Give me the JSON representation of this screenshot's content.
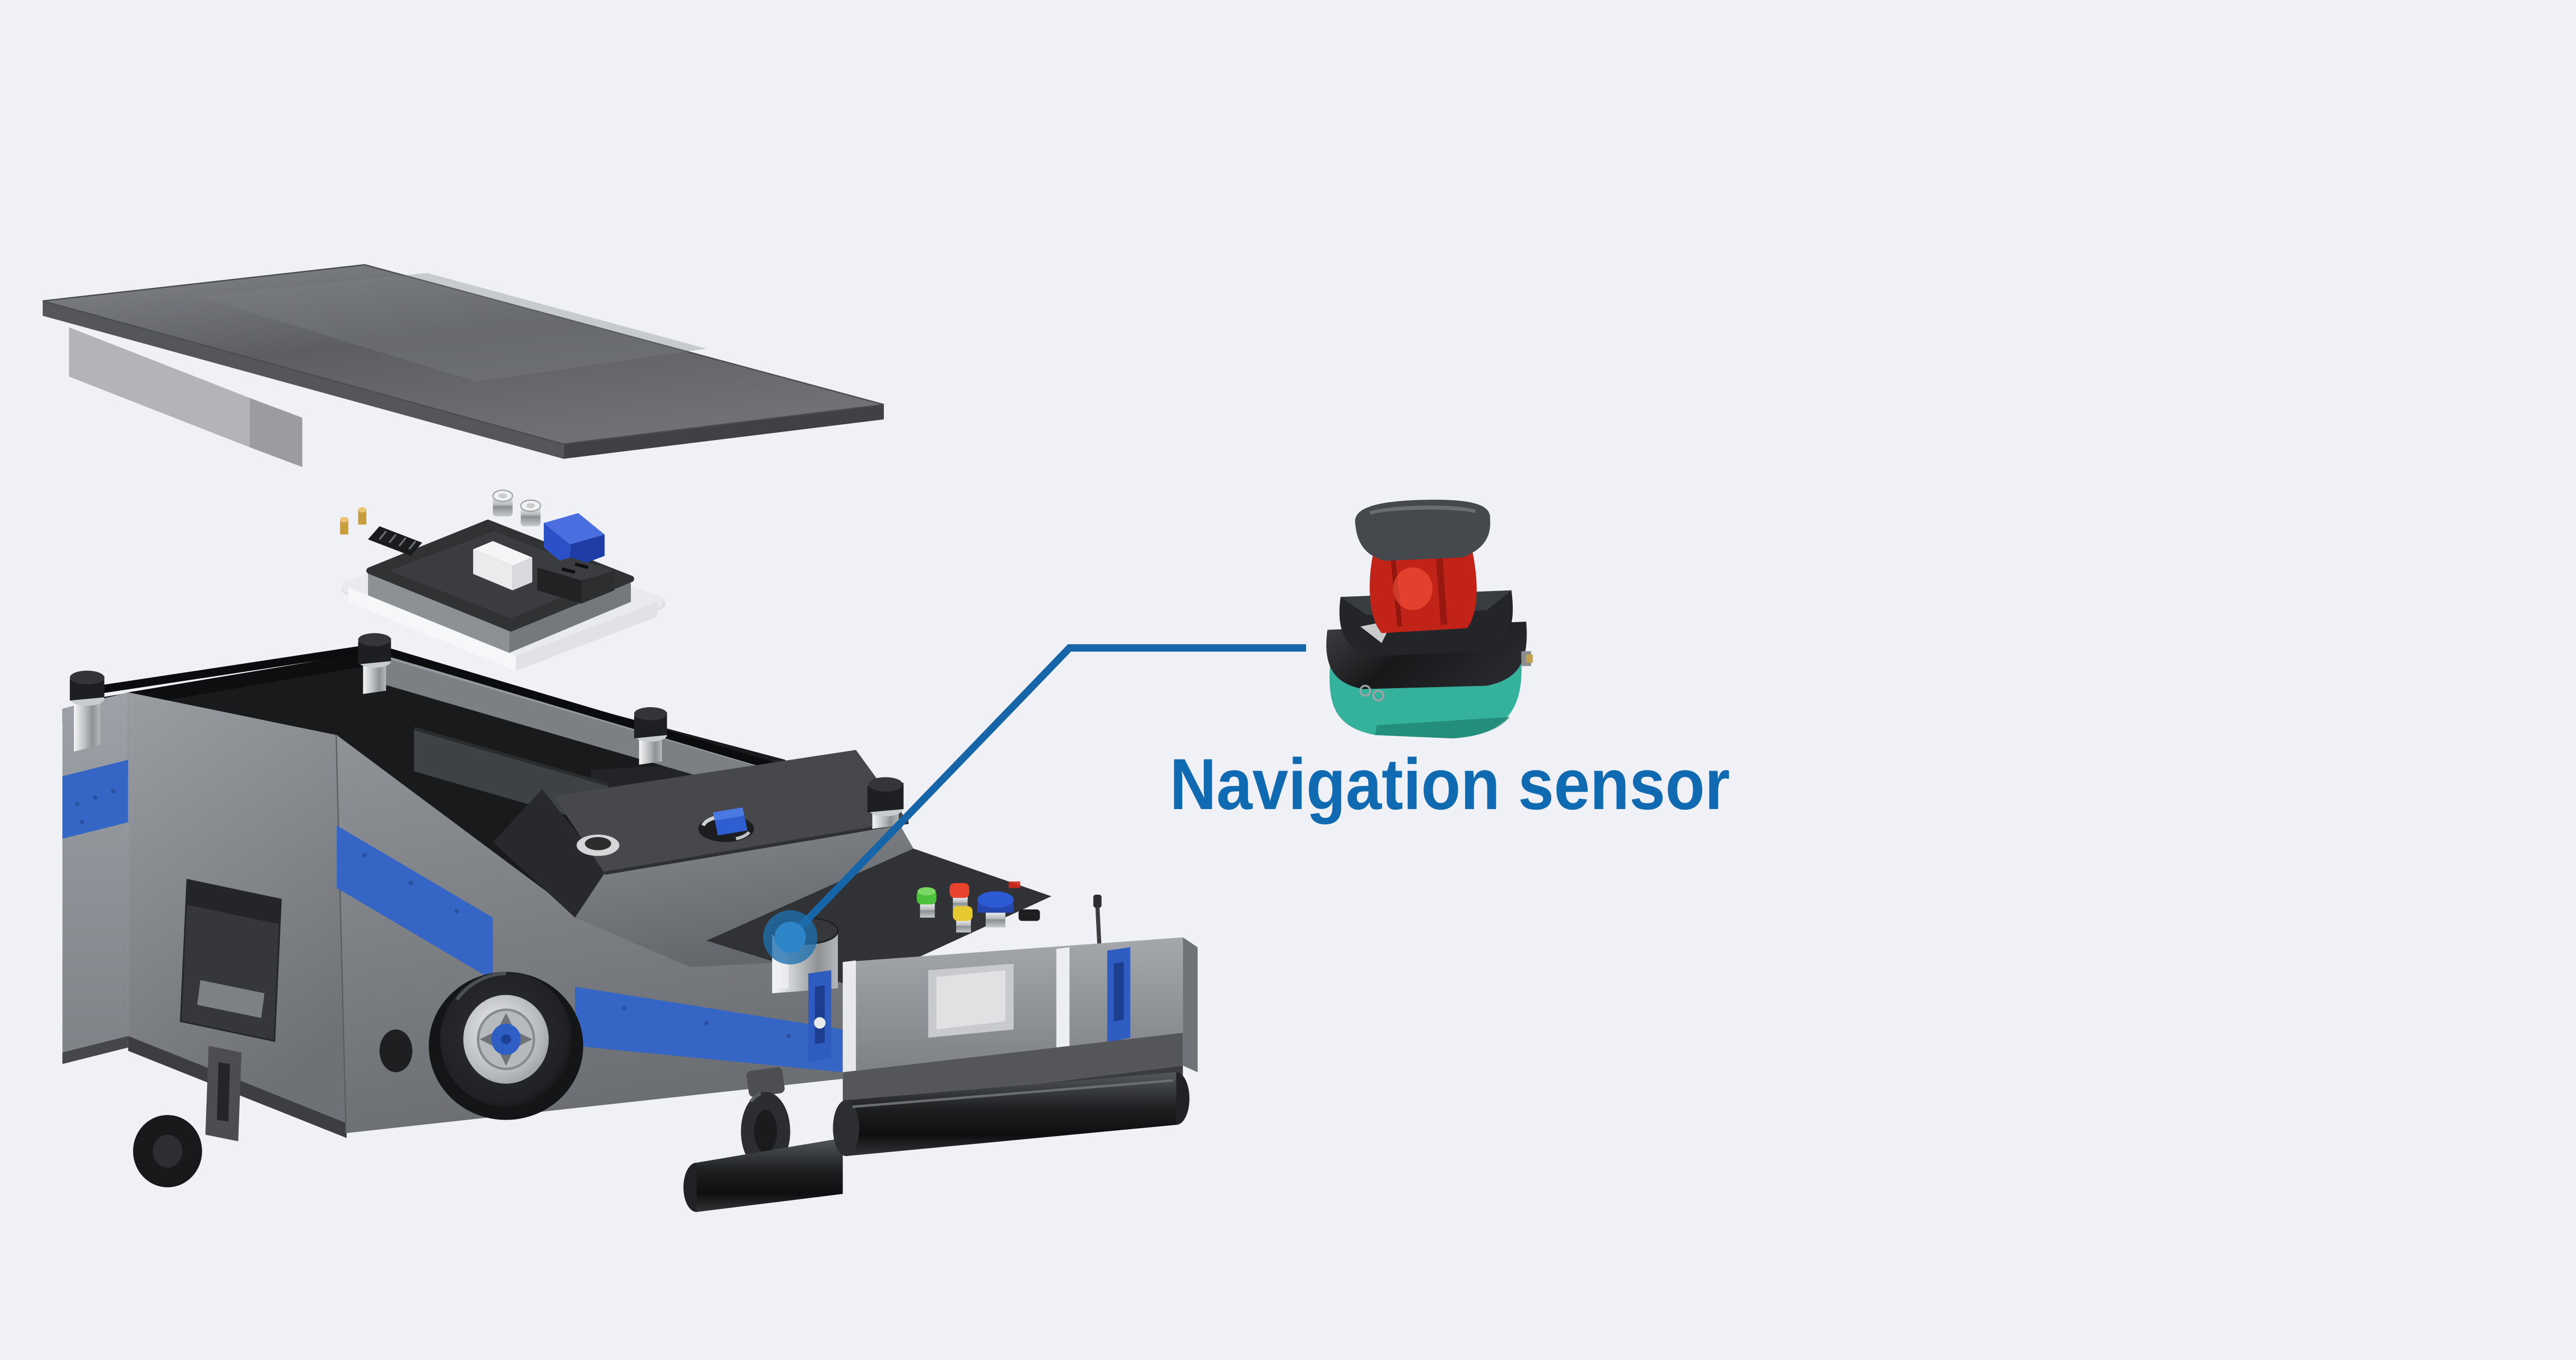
{
  "scene": {
    "background_color": "#eff1f6",
    "description": "Exploded view of an AGV tugger vehicle: top cover panel, control module, vehicle body, and a highlighted navigation sensor with callout"
  },
  "callout": {
    "label": "Navigation sensor",
    "label_color": "#0f6ab2",
    "line_color": "#1565a8",
    "dot_outer_color": "#1d6fae",
    "dot_inner_color": "#2e85c8"
  },
  "parts": {
    "top_cover": {
      "name": "top-cover-panel",
      "top_color": "#6d7074",
      "edge_color": "#4a4c4f"
    },
    "control_module": {
      "name": "control-module",
      "base_color": "#e8eaed",
      "body_color": "#8d9095",
      "connector_blue": "#2b50c8",
      "connector_gold": "#c79d3e"
    },
    "vehicle": {
      "name": "agv-vehicle-body",
      "body_color": "#85888d",
      "stripe_color": "#3566c5",
      "interior_color": "#191a1c",
      "wheel_hub_color": "#2f5ec4"
    },
    "sensor": {
      "name": "navigation-sensor",
      "cap_color": "#45484c",
      "lens_color": "#c22318",
      "body_color": "#232528",
      "base_color": "#35b29b"
    },
    "buttons": {
      "green": "#4dc13b",
      "red": "#e8432c",
      "yellow": "#e6c830",
      "estop_blue": "#2d5bd5"
    }
  }
}
